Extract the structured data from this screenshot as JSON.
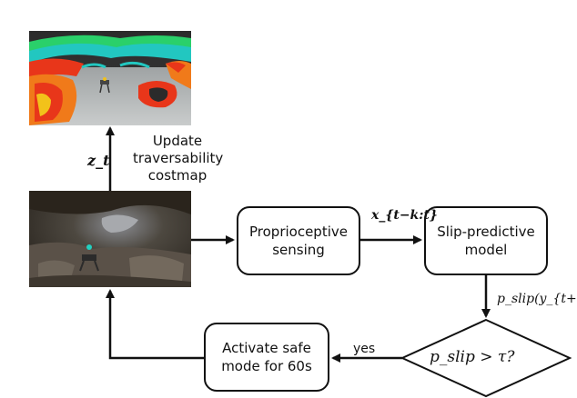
{
  "diagram": {
    "nodes": {
      "proprioceptive": "Proprioceptive\nsensing",
      "slip_model": "Slip-predictive\nmodel",
      "safe_mode": "Activate safe\nmode for 60s",
      "decision": "p_slip > τ?"
    },
    "labels": {
      "update": "Update\ntraversability\ncostmap",
      "z_t": "z_t",
      "x_window": "x_{t−k:t}",
      "p_pred": "p_slip(y_{t+n})",
      "yes": "yes"
    },
    "colors": {
      "stroke": "#111111",
      "costmap_cool": "#22c7c0",
      "costmap_hot": "#e8361a",
      "cave": "#3a342c"
    }
  }
}
